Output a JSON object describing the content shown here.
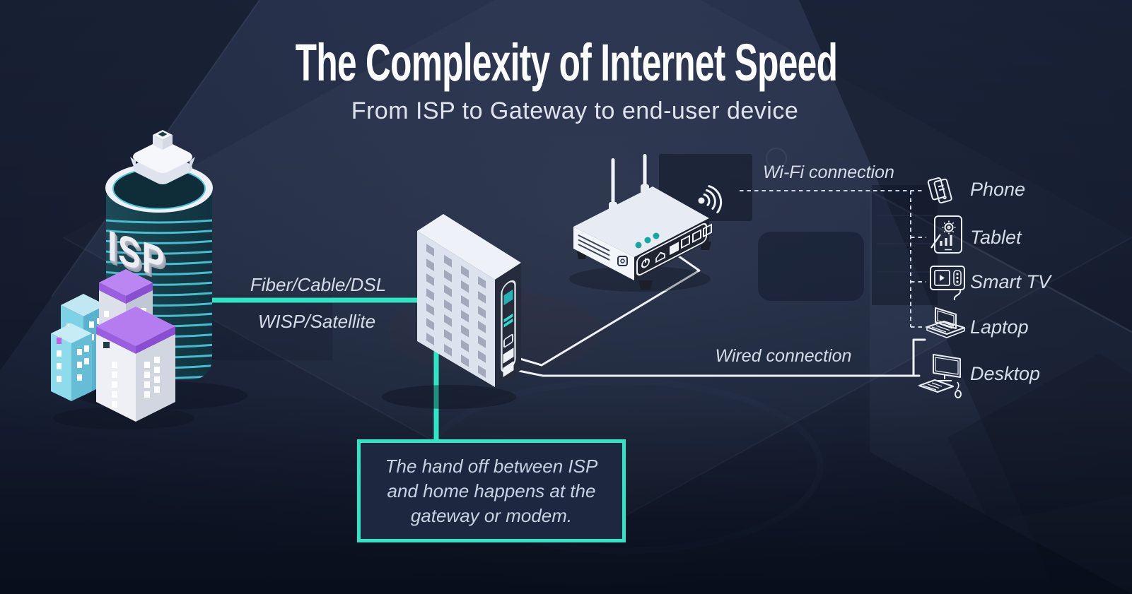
{
  "title": "The Complexity of Internet Speed",
  "subtitle": "From ISP to Gateway to end-user device",
  "isp": {
    "label": "ISP"
  },
  "links": {
    "fiber": "Fiber/Cable/DSL",
    "wisp": "WISP/Satellite",
    "wifi": "Wi-Fi connection",
    "wired": "Wired connection"
  },
  "devices": [
    {
      "id": "phone",
      "label": "Phone"
    },
    {
      "id": "tablet",
      "label": "Tablet"
    },
    {
      "id": "smart-tv",
      "label": "Smart TV"
    },
    {
      "id": "laptop",
      "label": "Laptop"
    },
    {
      "id": "desktop",
      "label": "Desktop"
    }
  ],
  "callout": {
    "lines": [
      "The hand off between ISP",
      "and home happens at the",
      "gateway or modem."
    ]
  },
  "colors": {
    "accent_teal": "#2EE6C4",
    "background_navy": "#1A2336",
    "panel_dark": "#20242F",
    "text_light": "#D8DFEA"
  }
}
